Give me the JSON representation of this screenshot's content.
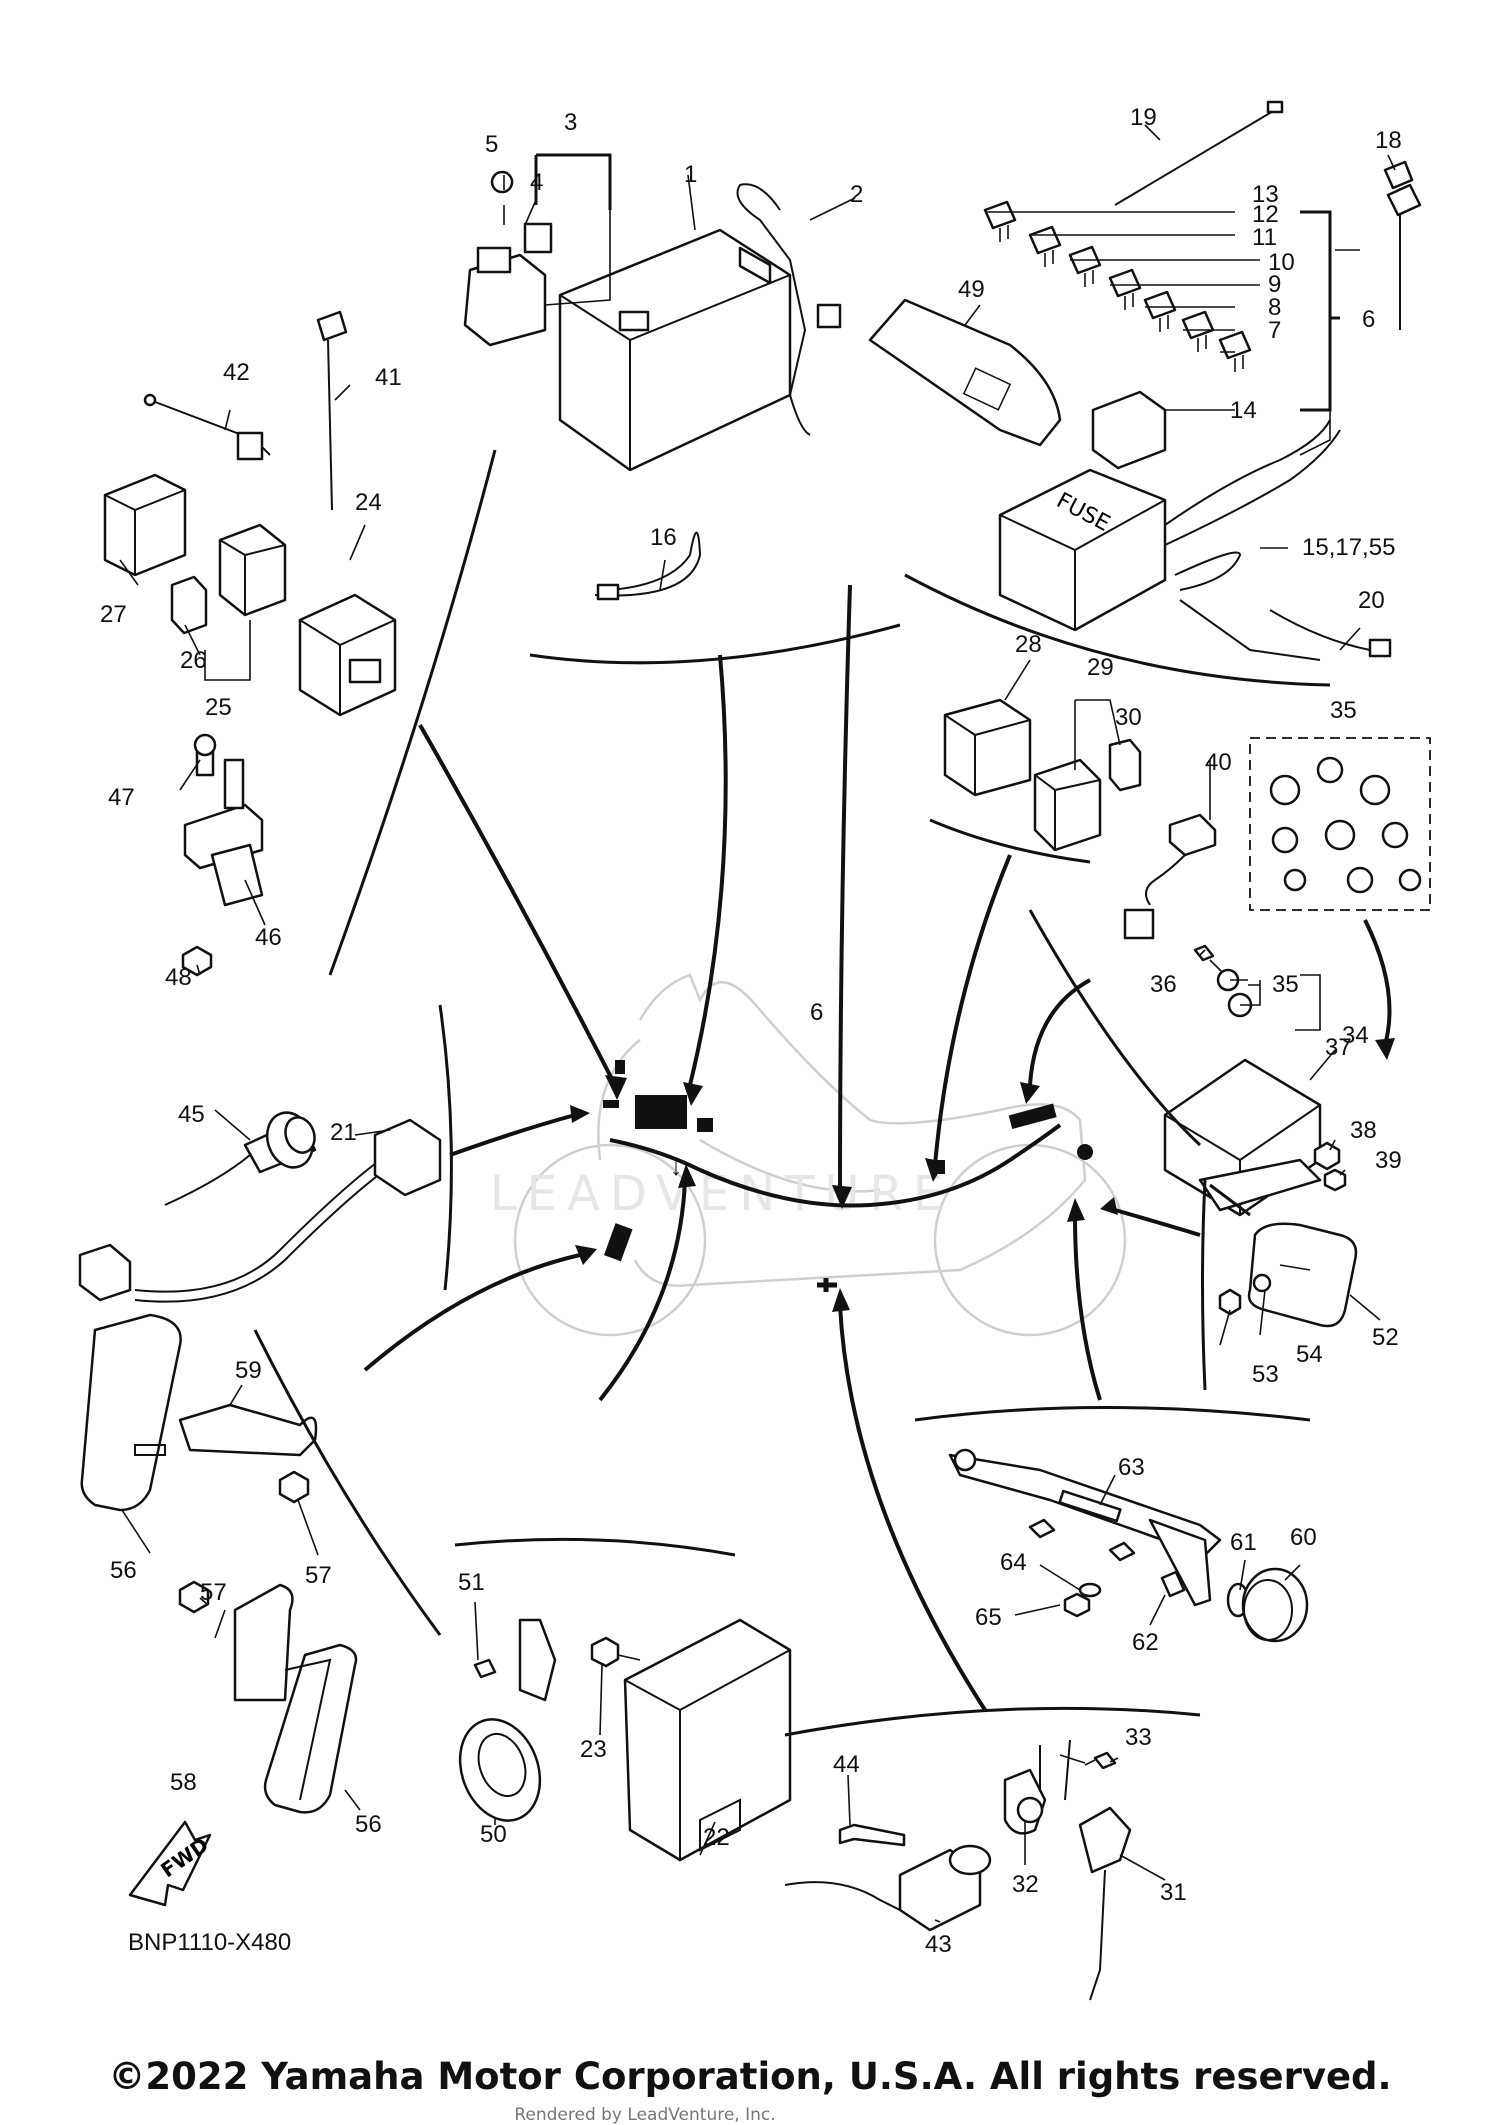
{
  "diagram": {
    "title": "",
    "diagram_code": "BNP1110-X480",
    "fwd_label": "FWD",
    "fuse_label": "FUSE",
    "watermark": "LEADVENTURE",
    "copyright": "©2022 Yamaha Motor Corporation, U.S.A. All rights reserved.",
    "rendered_by": "Rendered by LeadVenture, Inc.",
    "callouts": [
      "1",
      "2",
      "3",
      "4",
      "5",
      "6",
      "6",
      "7",
      "8",
      "9",
      "10",
      "11",
      "12",
      "13",
      "14",
      "15,17,55",
      "16",
      "18",
      "19",
      "20",
      "21",
      "22",
      "23",
      "24",
      "25",
      "26",
      "27",
      "28",
      "29",
      "30",
      "31",
      "32",
      "33",
      "34",
      "35",
      "35",
      "36",
      "37",
      "38",
      "39",
      "40",
      "41",
      "42",
      "43",
      "44",
      "45",
      "46",
      "47",
      "48",
      "49",
      "50",
      "51",
      "52",
      "53",
      "54",
      "56",
      "56",
      "57",
      "57",
      "58",
      "59",
      "60",
      "61",
      "62",
      "63",
      "64",
      "65"
    ]
  }
}
